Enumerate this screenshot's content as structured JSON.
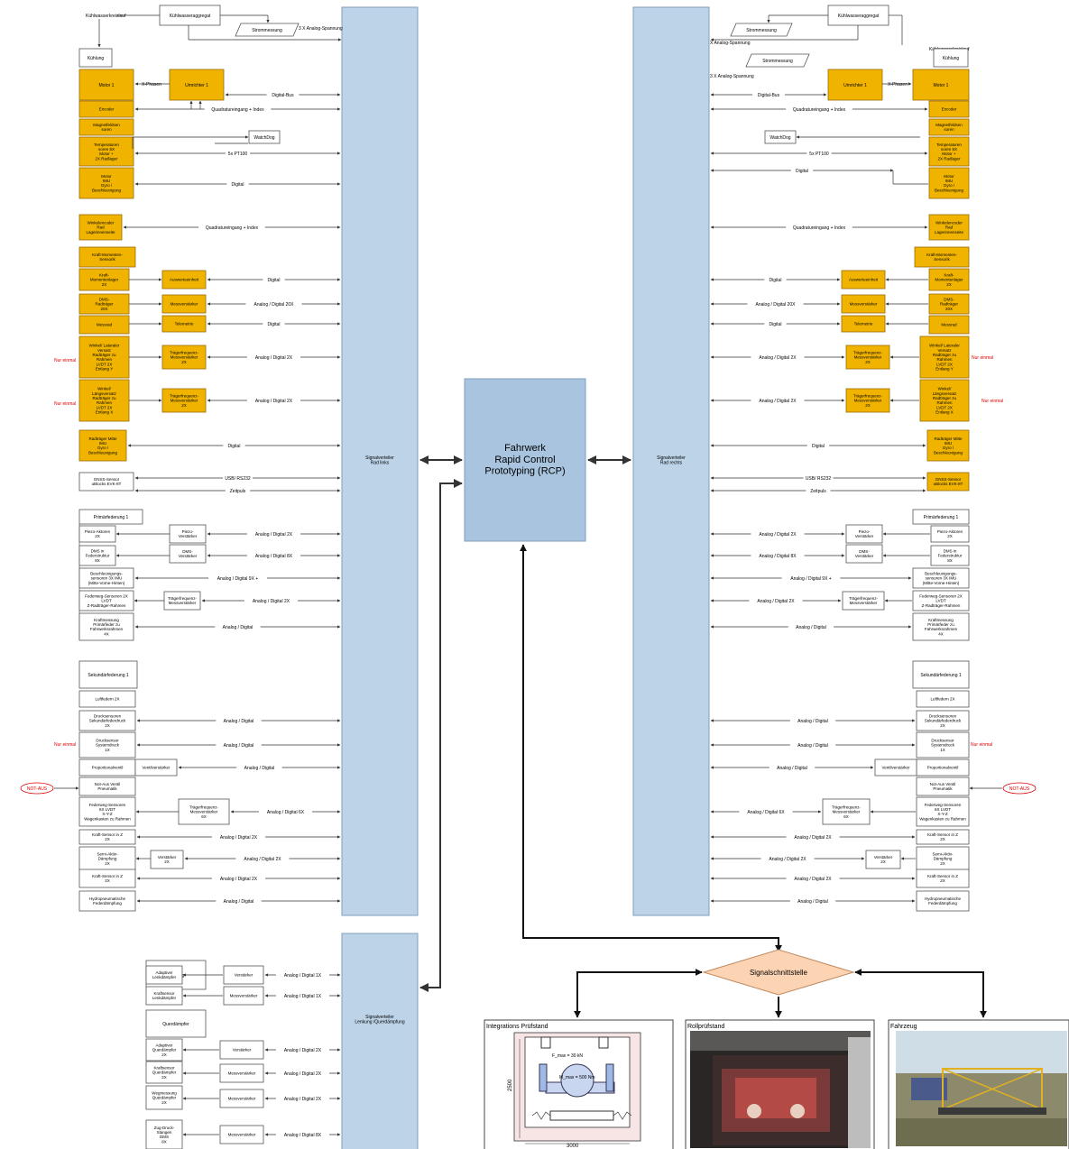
{
  "center": {
    "title_lines": [
      "Fahrwerk",
      "Rapid Control",
      "Prototyping (RCP)"
    ]
  },
  "left_bus_label": [
    "Signalverteiler",
    "Rad links"
  ],
  "right_bus_label": [
    "Signalverteiler",
    "Rad rechts"
  ],
  "bottom_bus_label": [
    "Signalverteiler",
    "Lenkung /Querdämpfung"
  ],
  "signal_interface": "Signalschnittstelle",
  "panels": [
    {
      "title": "Integrations Prüfstand"
    },
    {
      "title": "Rollprüfstand"
    },
    {
      "title": "Fahrzeug"
    }
  ],
  "test_rig": {
    "force": "F_max = 30 kN",
    "moment": "M_max = 500 Nm",
    "height": "2500",
    "width": "3000"
  },
  "colors": {
    "orange": "#f0b400",
    "orange_stroke": "#9a6a00",
    "bus": "#bcd3e8",
    "center": "#a8c4df",
    "interface": "#fcd4b4",
    "note": "#dd0000"
  },
  "note_text": "Nur einmal",
  "notaus": "NOT-AUS",
  "left": {
    "top": {
      "kuehlkreis": "Kühlwasserkreislauf",
      "aggregat": "Kühlwasseraggregat",
      "strom": "Strommessung",
      "analog3": "3 X Analog-Spannung",
      "kuehlung": "Kühlung"
    },
    "motor": "Motor 1",
    "umrichter": "Umrichter 1",
    "phasen": "X-Phasen",
    "watchdog": "WatchDog",
    "sensors": [
      {
        "label": [
          "Encoder"
        ],
        "signal": "Quadratureingang + Index"
      },
      {
        "label": [
          "Magnetfeldsen",
          "soren"
        ],
        "signal": ""
      },
      {
        "label": [
          "Temperaturen",
          "soren 5X",
          "Motor +",
          "2X Radlager"
        ],
        "signal": "5x PT100"
      },
      {
        "label": [
          "Motor",
          "IMU",
          "Gyro /",
          "Beschleunigung"
        ],
        "signal": "Digital"
      }
    ],
    "digital_bus": "Digital-Bus",
    "winkel": {
      "label": [
        "Winkelencoder",
        "Rad",
        "Lagerinnenseite"
      ],
      "signal": "Quadratureingang + Index"
    },
    "kraft_header": [
      "Kraft-Momenten-",
      "Sensorik"
    ],
    "wheel_rows": [
      {
        "label": [
          "Kraft-",
          "Momentenlager",
          "2X"
        ],
        "amp": [
          "Auswerteeinheit"
        ],
        "signal": "Digital"
      },
      {
        "label": [
          "DMS-",
          "Radträger",
          "20X"
        ],
        "amp": [
          "Messverstärker"
        ],
        "signal": "Analog / Digital 20X"
      },
      {
        "label": [
          "Messrad"
        ],
        "amp": [
          "Telemetrie"
        ],
        "signal": "Digital"
      },
      {
        "label": [
          "Winkel/ Lateraler",
          "Versatz",
          "Radträger zu",
          "Rahmen",
          "LVDT 2X",
          "Entlang Y"
        ],
        "amp": [
          "Trägerfrequenz-",
          "Messverstärker",
          "2X"
        ],
        "signal": "Analog / Digital 2X"
      },
      {
        "label": [
          "Winkel/",
          "Längsversatz",
          "Radträger zu",
          "Rahmen",
          "LVDT 2X",
          "Entlang X"
        ],
        "amp": [
          "Trägerfrequenz-",
          "Messverstärker",
          "2X"
        ],
        "signal": "Analog / Digital 2X"
      }
    ],
    "radtraeger_mitte": {
      "label": [
        "Radträger Mitte",
        "IMU",
        "Gyro /",
        "Beschleunigung"
      ],
      "signal": "Digital"
    },
    "gnss": {
      "label": [
        "GNSS-Sensor",
        "uBlocks EVK-8T"
      ],
      "signal1": "USB/ RS232",
      "signal2": "Zeitpuls"
    },
    "primaer_title": "Primärfederung 1",
    "primaer": [
      {
        "label": [
          "Piezo-Aktoren",
          "2X"
        ],
        "amp": [
          "Piezo-",
          "Verstärker"
        ],
        "signal": "Analog / Digital 2X"
      },
      {
        "label": [
          "DMS in",
          "Federstruktur",
          "8X"
        ],
        "amp": [
          "DMS-",
          "Verstärker"
        ],
        "signal": "Analog / Digital 8X"
      },
      {
        "label": [
          "Beschleunigungs-",
          "sensoren 3X IMU",
          "(Mitte-Vorne-Hinten)"
        ],
        "amp": [],
        "signal": "Analog / Digital 9X +"
      },
      {
        "label": [
          "Federweg-Sensoren 2X",
          "LVDT",
          "Z-Radträger-Rahmen"
        ],
        "amp": [
          "Trägerfrequenz-",
          "Messverstärker"
        ],
        "signal": "Analog / Digital 2X"
      },
      {
        "label": [
          "Kraftmessung",
          "Primärfeder zu",
          "Fahrwerksrahmen",
          "4X"
        ],
        "amp": [],
        "signal": "Analog / Digital"
      }
    ],
    "sekundaer_title": "Sekundärfederung 1",
    "sekundaer": [
      {
        "label": [
          "Luftfedern 2X"
        ],
        "amp": [],
        "signal": ""
      },
      {
        "label": [
          "Drucksensoren",
          "Sekundärfederdruck",
          "2X"
        ],
        "amp": [],
        "signal": "Analog / Digital"
      },
      {
        "label": [
          "Drucksensor",
          "Systemdruck",
          "1X"
        ],
        "amp": [],
        "signal": "Analog / Digital"
      },
      {
        "label": [
          "Proportionalventil"
        ],
        "amp": [
          "Ventilverstärker"
        ],
        "signal": "Analog / Digital"
      },
      {
        "label": [
          "Not-Aus Ventil",
          "Pneumatik"
        ],
        "amp": [],
        "signal": ""
      },
      {
        "label": [
          "Federweg-Sensoren",
          "6X LVDT",
          "X-Y-Z",
          "Wagenkasten zu Rahmen"
        ],
        "amp": [
          "Trägerfrequenz-",
          "Messverstärker",
          "6X"
        ],
        "signal": "Analog / Digital 6X"
      },
      {
        "label": [
          "Kraft-Sensor in Z",
          "2X"
        ],
        "amp": [],
        "signal": "Analog / Digital 2X"
      },
      {
        "label": [
          "Semi-Aktiv-",
          "Dämpfung",
          "2X"
        ],
        "amp": [
          "Verstärker",
          "2X"
        ],
        "signal": "Analog / Digital 2X"
      },
      {
        "label": [
          "Kraft-Sensor in Z",
          "2X"
        ],
        "amp": [],
        "signal": "Analog / Digital 2X"
      },
      {
        "label": [
          "Hydropneumatische",
          "Federdämpfung"
        ],
        "amp": [],
        "signal": "Analog / Digital"
      }
    ]
  },
  "right_top": {
    "aggregat": "Kühlwasseraggregat",
    "strom1": "Strommessung",
    "strom2": "Strommessung",
    "analog_a": "X Analog-Spannung",
    "analog_b": "3 X Analog-Spannung",
    "kuehlkreis": "Kühlwasserkreislauf",
    "kuehlung": "Kühlung"
  },
  "lenkung": {
    "title": "Lenkung",
    "rows": [
      {
        "label": [
          "Adaptiver",
          "Lenkdämpfer"
        ],
        "amp": [
          "Verstärker"
        ],
        "signal": "Analog / Digital 1X"
      },
      {
        "label": [
          "Kraftsensor",
          "Lenkdämpfer"
        ],
        "amp": [
          "Messverstärker"
        ],
        "signal": "Analog / Digital 1X"
      }
    ]
  },
  "quer": {
    "title": "Querdämpfer",
    "rows": [
      {
        "label": [
          "Adaptiver",
          "Querdämpfer",
          "2X"
        ],
        "amp": [
          "Verstärker"
        ],
        "signal": "Analog / Digital 2X"
      },
      {
        "label": [
          "Kraftsensor",
          "Querdämpfer",
          "2X"
        ],
        "amp": [
          "Messverstärker"
        ],
        "signal": "Analog / Digital 2X"
      },
      {
        "label": [
          "Wegmessung",
          "Querdämpfer",
          "2X"
        ],
        "amp": [
          "Messverstärker"
        ],
        "signal": "Analog / Digital 2X"
      },
      {
        "label": [
          "Zug-Druck-",
          "Stangen",
          "DMS",
          "8X"
        ],
        "amp": [
          "Messverstärker"
        ],
        "signal": "Analog / Digital 8X"
      }
    ]
  }
}
